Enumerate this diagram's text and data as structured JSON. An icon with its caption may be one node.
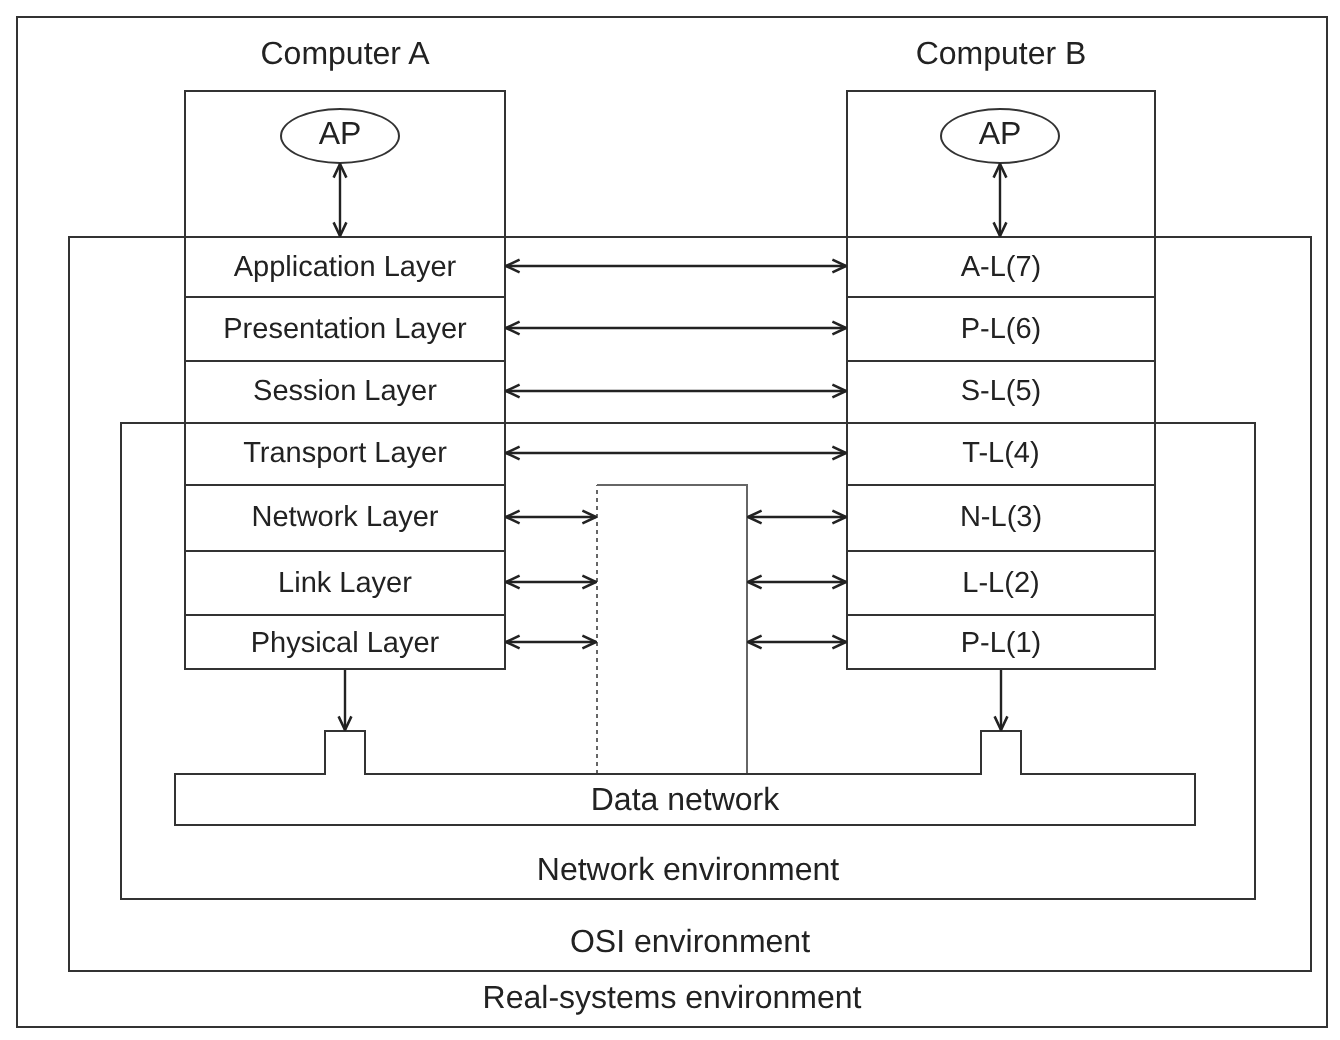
{
  "diagram": {
    "nodes": [
      {
        "text": [
          "Real-systems environment"
        ]
      },
      {
        "text": [
          "OSI environment"
        ],
        "in": 0
      },
      {
        "text": [
          "Network environment"
        ],
        "in": 1
      },
      {
        "text": [
          "Computer A"
        ],
        "in": 0
      },
      {
        "text": [
          "AP"
        ],
        "in": 3
      },
      {
        "text": [
          "Application Layer"
        ]
      },
      {
        "text": [
          "Presentation Layer"
        ]
      },
      {
        "text": [
          "Session Layer"
        ]
      },
      {
        "text": [
          "Transport Layer"
        ]
      },
      {
        "text": [
          "Network Layer"
        ]
      },
      {
        "text": [
          "Link Layer"
        ]
      },
      {
        "text": [
          "Physical Layer"
        ]
      },
      {
        "text": [
          "Computer B"
        ],
        "in": 0
      },
      {
        "text": [
          "AP"
        ],
        "in": 12
      },
      {
        "text": [
          "A-L(7)"
        ]
      },
      {
        "text": [
          "P-L(6)"
        ]
      },
      {
        "text": [
          "S-L(5)"
        ]
      },
      {
        "text": [
          "T-L(4)"
        ]
      },
      {
        "text": [
          "N-L(3)"
        ]
      },
      {
        "text": [
          "L-L(2)"
        ]
      },
      {
        "text": [
          "P-L(1)"
        ]
      },
      {
        "text": [],
        "shape": "box",
        "in": 2
      },
      {
        "text": [
          "Data network"
        ],
        "in": 2
      }
    ],
    "edges": [
      {
        "from": 4,
        "to": 5,
        "arrow": "both"
      },
      {
        "from": 13,
        "to": 14,
        "arrow": "both"
      },
      {
        "from": 5,
        "to": 14,
        "arrow": "both"
      },
      {
        "from": 6,
        "to": 15,
        "arrow": "both"
      },
      {
        "from": 7,
        "to": 16,
        "arrow": "both"
      },
      {
        "from": 8,
        "to": 17,
        "arrow": "both"
      },
      {
        "from": 9,
        "to": 21,
        "arrow": "both"
      },
      {
        "from": 21,
        "to": 18,
        "arrow": "both"
      },
      {
        "from": 10,
        "to": 21,
        "arrow": "both"
      },
      {
        "from": 21,
        "to": 19,
        "arrow": "both"
      },
      {
        "from": 11,
        "to": 21,
        "arrow": "both"
      },
      {
        "from": 21,
        "to": 20,
        "arrow": "both"
      },
      {
        "from": 11,
        "to": 22,
        "arrow": "to"
      },
      {
        "from": 20,
        "to": 22,
        "arrow": "to"
      }
    ]
  }
}
